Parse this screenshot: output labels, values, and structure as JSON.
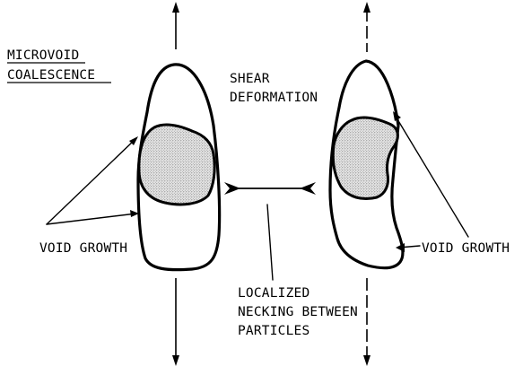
{
  "labels": {
    "title_line1": "MICROVOID",
    "title_line2": "COALESCENCE",
    "shear_line1": "SHEAR",
    "shear_line2": "DEFORMATION",
    "void_growth_left": "VOID GROWTH",
    "void_growth_right": "VOID GROWTH",
    "necking_line1": "LOCALIZED",
    "necking_line2": "NECKING BETWEEN",
    "necking_line3": "PARTICLES"
  },
  "colors": {
    "ink": "#000000",
    "background": "#ffffff",
    "particle_fill": "stipple"
  }
}
